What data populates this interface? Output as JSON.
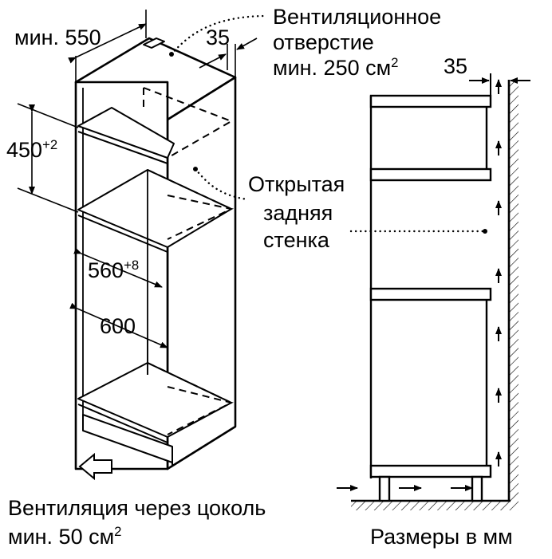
{
  "dimensions": {
    "min_width": "мин. 550",
    "side_gap_top": "35",
    "height_base": "450",
    "height_tol": "+2",
    "depth_inner": "560",
    "depth_inner_tol": "+8",
    "depth_outer": "600",
    "wall_gap": "35"
  },
  "labels": {
    "vent_line1": "Вентиляционное",
    "vent_line2": "отверстие",
    "vent_line3_base": "мин. 250 см",
    "vent_line3_sup": "2",
    "rear_line1": "Открытая",
    "rear_line2": "задняя",
    "rear_line3": "стенка",
    "plinth_line1": "Вентиляция через цоколь",
    "plinth_line2_base": "мин. 50 см",
    "plinth_line2_sup": "2",
    "units_note": "Размеры в мм"
  }
}
